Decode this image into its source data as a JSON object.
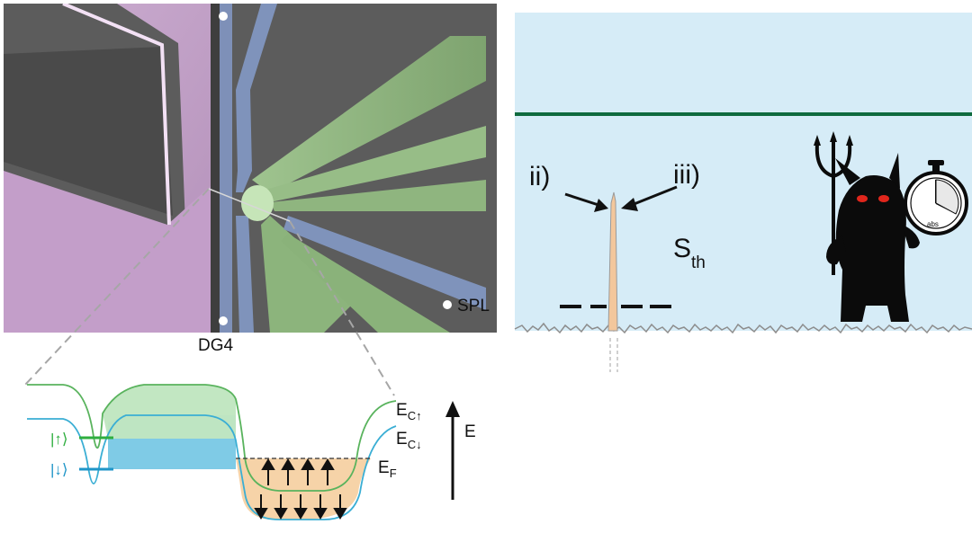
{
  "sem_image": {
    "labels": {
      "dg4": "DG4",
      "spl": "SPL"
    },
    "colors": {
      "background": "#5b5b5b",
      "magenta_gate": "#c9a7cf",
      "blue_gate": "#7e90b8",
      "green_gate": "#8db37f"
    }
  },
  "band_diagram": {
    "labels": {
      "ket_up": "|↑⟩",
      "ket_down": "|↓⟩",
      "ec_up_main": "E",
      "ec_up_sub": "C↑",
      "ec_down_main": "E",
      "ec_down_sub": "C↓",
      "ef_main": "E",
      "ef_sub": "F",
      "energy_axis": "E"
    },
    "colors": {
      "green_band": "#7fc77f",
      "blue_band": "#4fb5d6",
      "fermi_sea": "#f6d3a8",
      "green_level": "#2fae3f",
      "blue_level": "#1f95c8"
    }
  },
  "schematic": {
    "labels": {
      "ii": "ii)",
      "iii": "iii)",
      "s_main": "S",
      "s_sub": "th",
      "stopwatch_sub": "abs"
    },
    "colors": {
      "background": "#d6ecf7",
      "threshold_line": "#0f6b3e",
      "pulse": "#f3c79c",
      "noise": "#8d8d8d",
      "demon": "#0b0b0b",
      "demon_eyes": "#e0261c"
    }
  }
}
